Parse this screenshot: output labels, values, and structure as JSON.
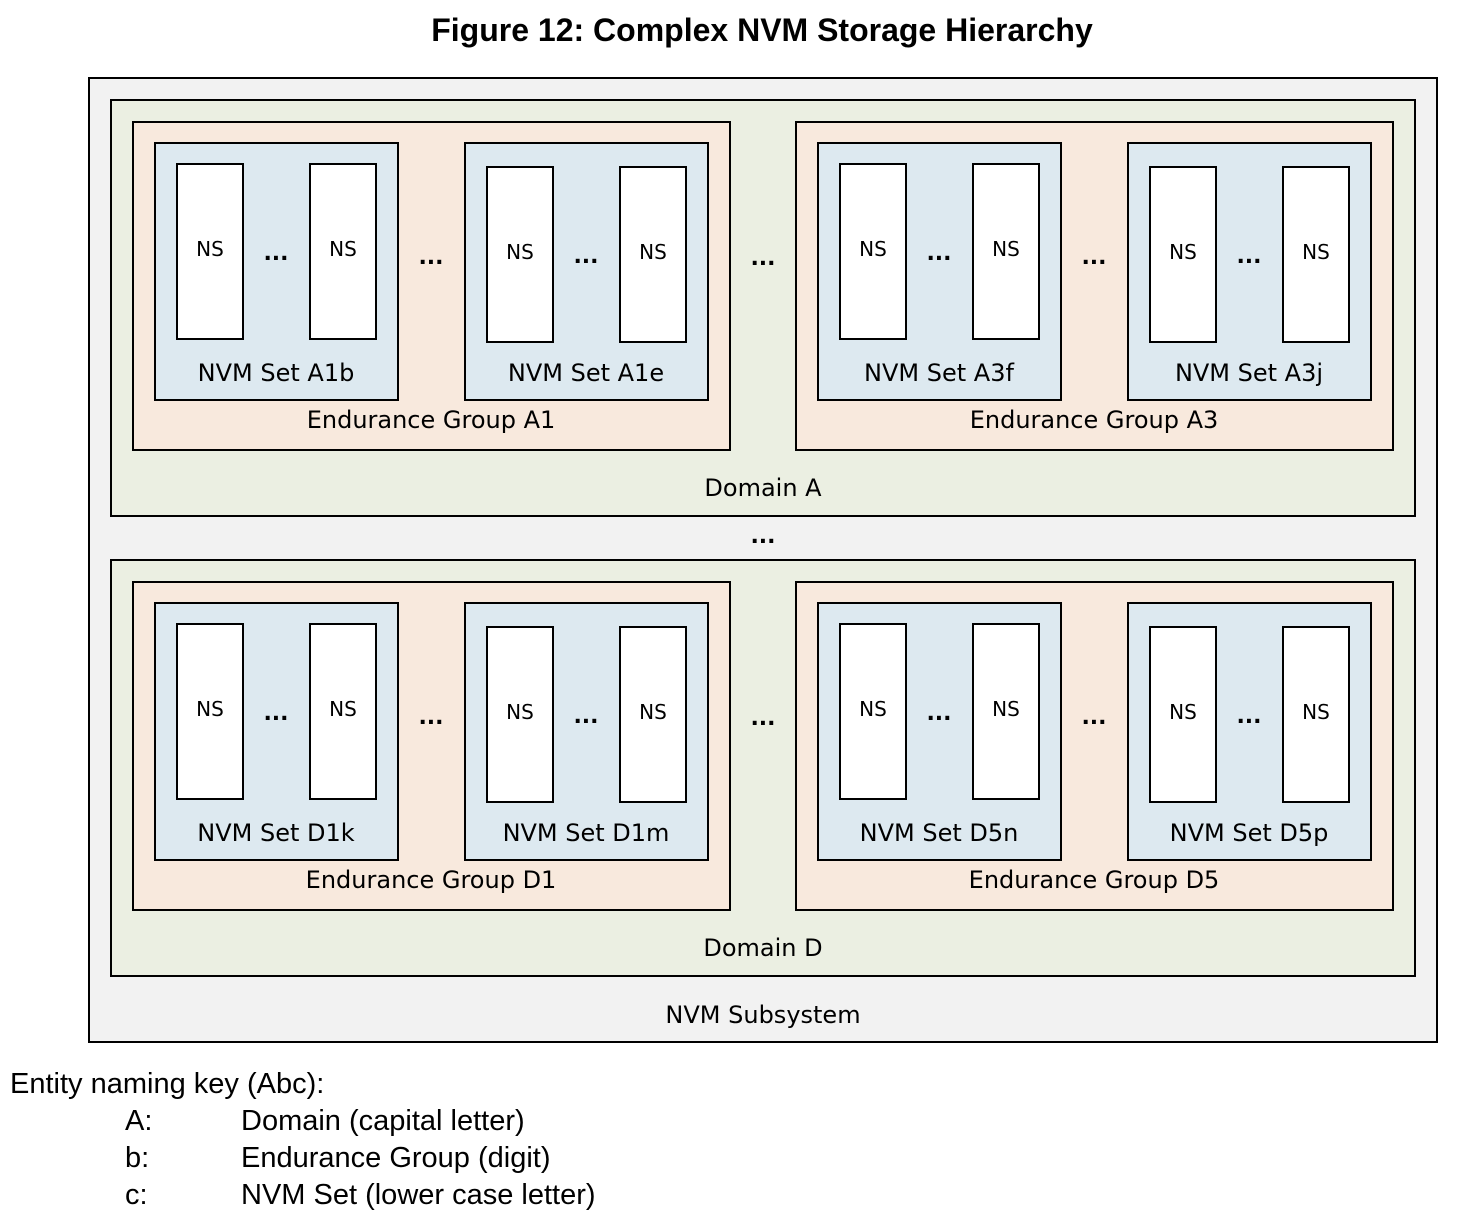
{
  "title": "Figure 12: Complex NVM Storage Hierarchy",
  "ellipsis": "...",
  "ns_label": "NS",
  "subsystem_label": "NVM Subsystem",
  "domains": [
    {
      "label": "Domain A",
      "groups": [
        {
          "label": "Endurance Group A1",
          "sets": [
            "NVM Set A1b",
            "NVM Set A1e"
          ]
        },
        {
          "label": "Endurance Group A3",
          "sets": [
            "NVM Set A3f",
            "NVM Set A3j"
          ]
        }
      ]
    },
    {
      "label": "Domain D",
      "groups": [
        {
          "label": "Endurance Group D1",
          "sets": [
            "NVM Set D1k",
            "NVM Set D1m"
          ]
        },
        {
          "label": "Endurance Group D5",
          "sets": [
            "NVM Set D5n",
            "NVM Set D5p"
          ]
        }
      ]
    }
  ],
  "key": {
    "heading": "Entity naming key (Abc):",
    "rows": [
      {
        "letter": "A:",
        "desc": "Domain (capital letter)"
      },
      {
        "letter": "b:",
        "desc": "Endurance Group (digit)"
      },
      {
        "letter": "c:",
        "desc": "NVM Set (lower case letter)"
      }
    ]
  },
  "colors": {
    "subsystem_fill": "#f2f2f2",
    "domain_fill": "#ebefe2",
    "group_fill": "#f8e9dd",
    "set_fill": "#dde9f0",
    "ns_fill": "#ffffff"
  }
}
